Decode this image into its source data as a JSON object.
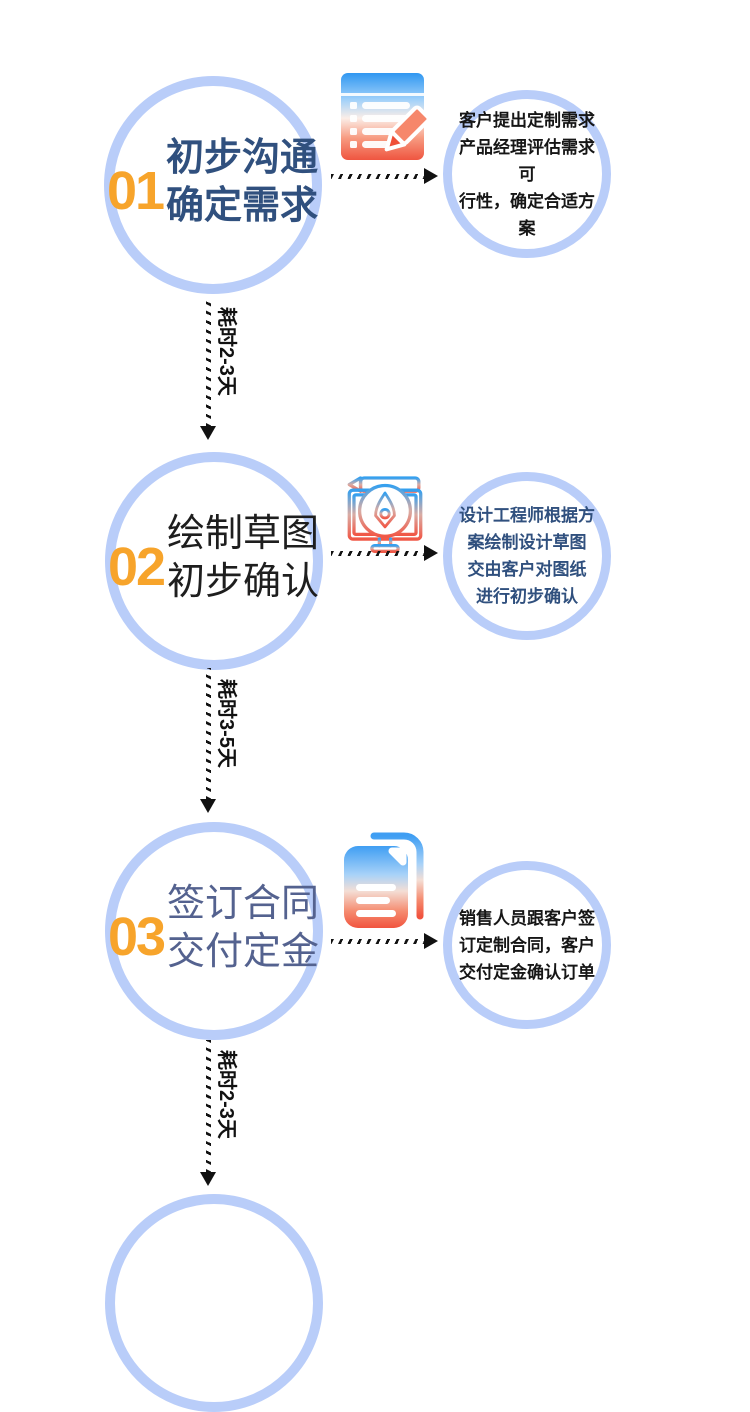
{
  "page": {
    "background": "#ffffff"
  },
  "colors": {
    "circle_border": "#b9cdf9",
    "step_number": "#f7a42b",
    "step1_title_color": "#30507e",
    "step2_title_color": "#1e1e1e",
    "step3_title_color": "#54628f",
    "description1_color": "#161616",
    "description2_color": "#30507e",
    "description3_color": "#161616",
    "arrow_color": "#111111",
    "icon_gradient_top": "#2f97f1",
    "icon_gradient_bottom": "#ef5540"
  },
  "steps": [
    {
      "number": "01",
      "title_lines": [
        "初步沟通",
        "确定需求"
      ],
      "icon": "form-pencil-icon",
      "description": "客户提出定制需求\n产品经理评估需求可\n行性，确定合适方案",
      "duration_label": "耗时2-3天"
    },
    {
      "number": "02",
      "title_lines": [
        "绘制草图",
        "初步确认"
      ],
      "icon": "monitor-pen-nib-icon",
      "description": "设计工程师根据方\n案绘制设计草图\n交由客户对图纸\n进行初步确认",
      "duration_label": "耗时3-5天"
    },
    {
      "number": "03",
      "title_lines": [
        "签订合同",
        "交付定金"
      ],
      "icon": "contract-documents-icon",
      "description": "销售人员跟客户签\n订定制合同，客户\n交付定金确认订单",
      "duration_label": "耗时2-3天"
    }
  ]
}
